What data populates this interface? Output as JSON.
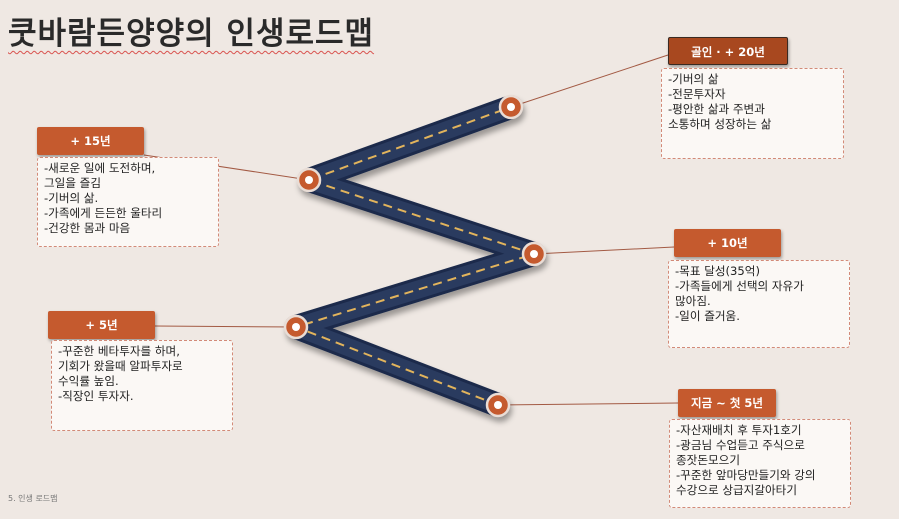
{
  "slide": {
    "title": "쿳바람든양양의 인생로드맵",
    "footer": "5. 인생 로드맵"
  },
  "colors": {
    "road": "#1c2c4c",
    "road_dash": "#e2b45c",
    "label_bg": "#c55a2e",
    "connector": "#a35a44",
    "box_border": "#d28a78",
    "background": "#efe8e3"
  },
  "milestones": [
    {
      "label": "지금 ~ 첫 5년",
      "lines": [
        "-자산재배치 후 투자1호기",
        "-광금님 수업듣고 주식으로",
        "종잣돈모으기",
        "-꾸준한 앞마당만들기와 강의",
        "수강으로 상급지갈아타기"
      ]
    },
    {
      "label": "+ 5년",
      "lines": [
        "-꾸준한 베타투자를 하며,",
        "기회가 왔을때 알파투자로",
        "수익률 높임.",
        "-직장인 투자자."
      ]
    },
    {
      "label": "+ 10년",
      "lines": [
        "-목표 달성(35억)",
        "-가족들에게 선택의 자유가",
        "많아짐.",
        "-일이 즐거움."
      ]
    },
    {
      "label": "+ 15년",
      "lines": [
        "-새로운 일에 도전하며,",
        "그일을 즐김",
        "-기버의 삶.",
        "-가족에게 든든한 울타리",
        "-건강한 몸과 마음"
      ]
    },
    {
      "label": "골인 · + 20년",
      "lines": [
        "-기버의 삶",
        "-전문투자자",
        "-평안한 삶과 주변과",
        "소통하며 성장하는 삶"
      ]
    }
  ]
}
